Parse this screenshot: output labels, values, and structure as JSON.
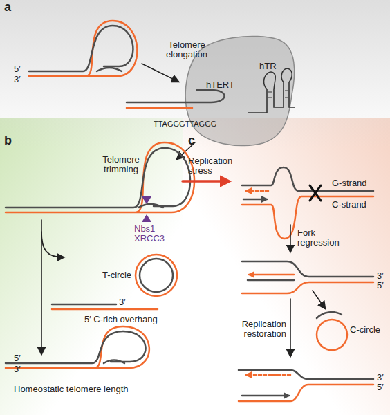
{
  "diagram": {
    "nodes": [
      {
        "text": [
          "hTR",
          "hTERT"
        ]
      }
    ],
    "labels": [
      "a",
      "5′",
      "3′",
      "Telomere elongation",
      "TTAGGGTTAGGG",
      "b",
      "Telomere trimming",
      "Nbs1",
      "XRCC3",
      "T-circle",
      "3′",
      "5′ C-rich overhang",
      "5′",
      "3′",
      "Homeostatic telomere length",
      "c",
      "Replication stress",
      "G-strand",
      "C-strand",
      "Fork regression",
      "3′",
      "5′",
      "C-circle",
      "Replication restoration",
      "3′",
      "5′"
    ]
  }
}
